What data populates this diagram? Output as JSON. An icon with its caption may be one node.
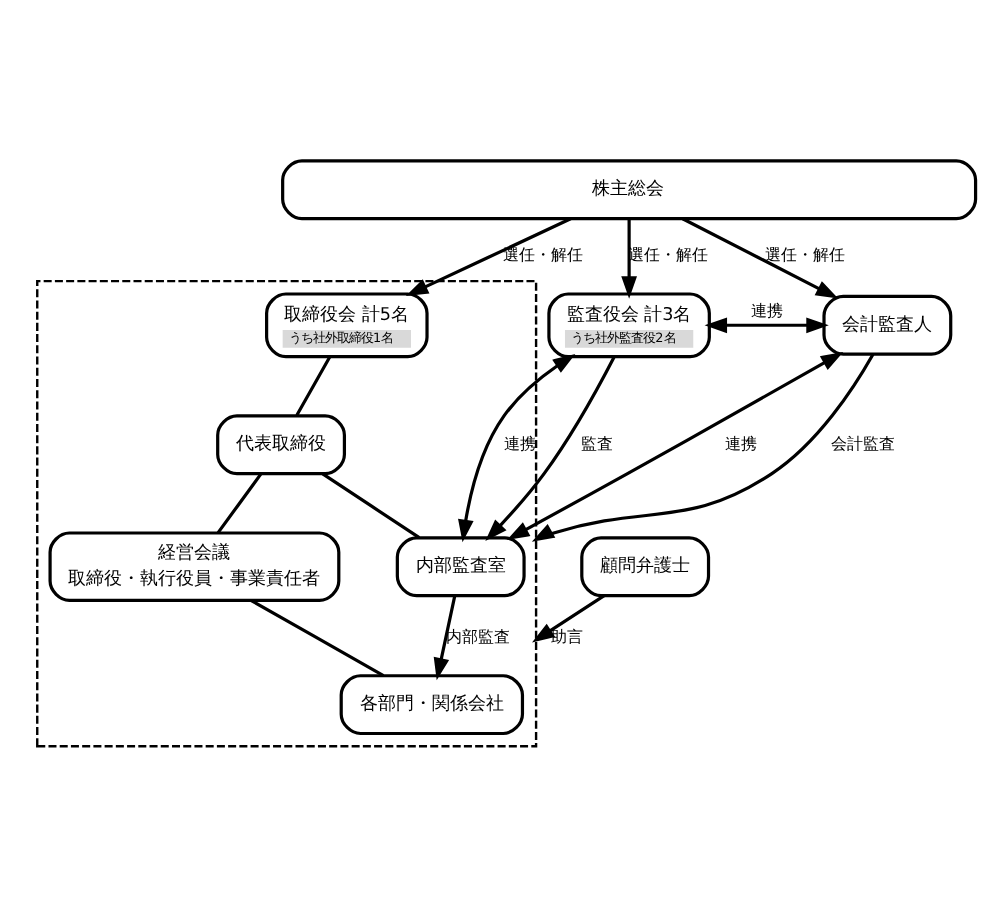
{
  "diagram": {
    "nodes": [
      {
        "text": [
          "株主総会"
        ]
      },
      {
        "text": [],
        "shape": "box"
      },
      {
        "text": [
          "取締役会 計5名",
          "うち社外取締役1名"
        ],
        "in": 1
      },
      {
        "text": [
          "監査役会 計3名",
          "うち社外監査役2名"
        ]
      },
      {
        "text": [
          "会計監査人"
        ]
      },
      {
        "text": [
          "代表取締役"
        ],
        "in": 1
      },
      {
        "text": [
          "内部監査室"
        ],
        "in": 1
      },
      {
        "text": [
          "経営会議",
          "取締役・執行役員・事業責任者"
        ],
        "in": 1
      },
      {
        "text": [
          "顧問弁護士"
        ]
      },
      {
        "text": [
          "各部門・関係会社"
        ],
        "in": 1
      }
    ],
    "edges": [
      {
        "from": 0,
        "to": 2,
        "arrow": "to",
        "label": "選任・解任"
      },
      {
        "from": 0,
        "to": 3,
        "arrow": "to",
        "label": "選任・解任"
      },
      {
        "from": 0,
        "to": 4,
        "arrow": "to",
        "label": "選任・解任"
      },
      {
        "from": 3,
        "to": 4,
        "arrow": "both",
        "label": "連携"
      },
      {
        "from": 3,
        "to": 6,
        "arrow": "both",
        "label": "連携"
      },
      {
        "from": 3,
        "to": 6,
        "arrow": "to",
        "label": "監査"
      },
      {
        "from": 4,
        "to": 6,
        "arrow": "both",
        "label": "連携"
      },
      {
        "from": 4,
        "to": 1,
        "arrow": "to",
        "label": "会計監査"
      },
      {
        "from": 2,
        "to": 5,
        "arrow": "none"
      },
      {
        "from": 5,
        "to": 6,
        "arrow": "none"
      },
      {
        "from": 5,
        "to": 7,
        "arrow": "none"
      },
      {
        "from": 7,
        "to": 9,
        "arrow": "none"
      },
      {
        "from": 6,
        "to": 9,
        "arrow": "to",
        "label": "内部監査"
      },
      {
        "from": 8,
        "to": 1,
        "arrow": "to",
        "label": "助言"
      }
    ]
  }
}
